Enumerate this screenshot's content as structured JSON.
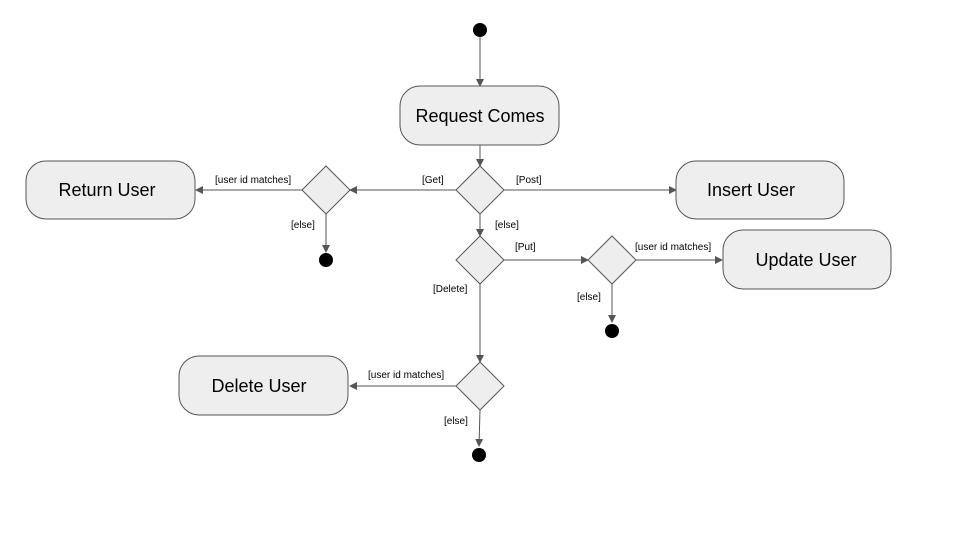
{
  "diagram": {
    "colors": {
      "node_fill": "#eeeeee",
      "stroke": "#555555",
      "terminal": "#000000",
      "text": "#000000"
    },
    "nodes": {
      "request": "Request Comes",
      "return_user": "Return User",
      "insert_user": "Insert User",
      "update_user": "Update User",
      "delete_user": "Delete User"
    },
    "edges": {
      "get": "[Get]",
      "post": "[Post]",
      "else_main": "[else]",
      "put": "[Put]",
      "delete": "[Delete]",
      "get_match": "[user id matches]",
      "get_else": "[else]",
      "put_match": "[user id matches]",
      "put_else": "[else]",
      "delete_match": "[user id matches]",
      "delete_else": "[else]"
    }
  }
}
